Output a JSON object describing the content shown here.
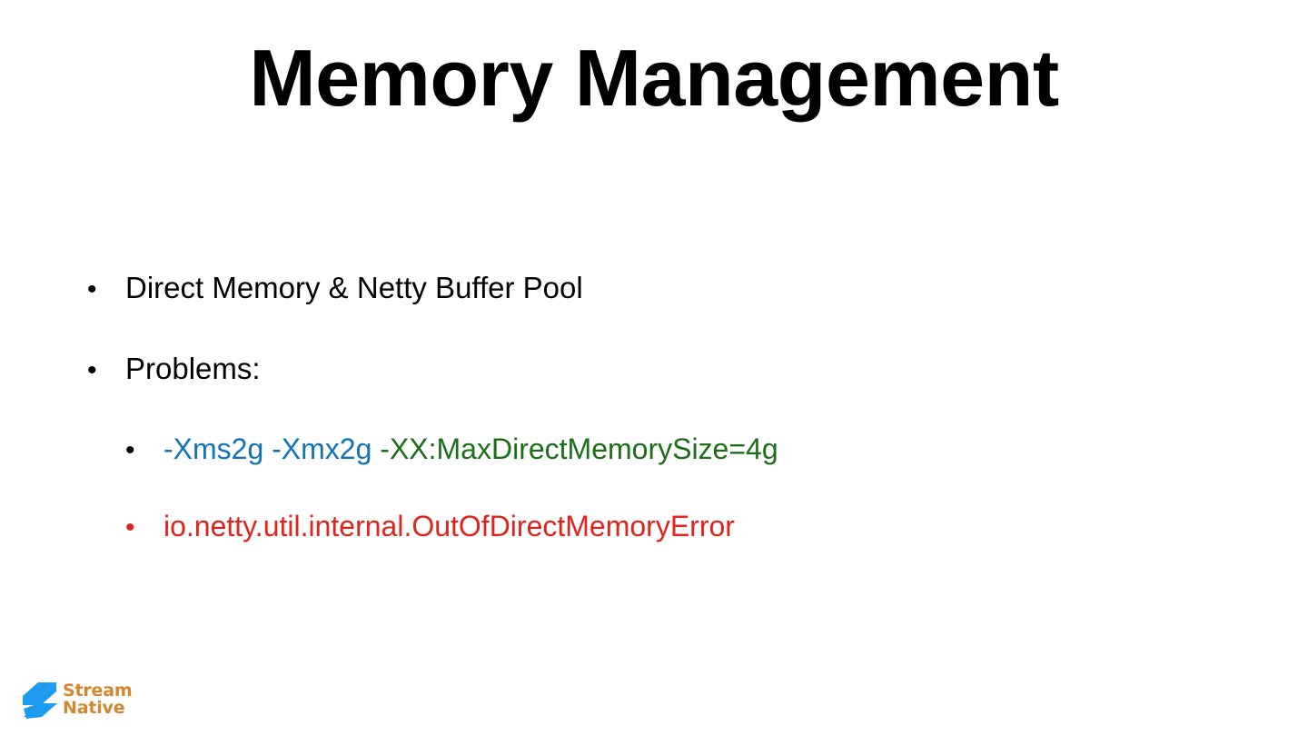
{
  "slide": {
    "title": "Memory Management",
    "background_color": "#ffffff",
    "bullets": [
      {
        "level": 1,
        "marker": "•",
        "marker_color": "#000000",
        "segments": [
          {
            "text": "Direct Memory & Netty Buffer Pool",
            "color": "#000000"
          }
        ]
      },
      {
        "level": 1,
        "marker": "•",
        "marker_color": "#000000",
        "segments": [
          {
            "text": "Problems:",
            "color": "#000000"
          }
        ]
      },
      {
        "level": 2,
        "marker": "•",
        "marker_color": "#000000",
        "segments": [
          {
            "text": "-Xms2g -Xmx2g ",
            "color": "#1273b6"
          },
          {
            "text": "-XX:MaxDirectMemorySize=4g",
            "color": "#1c6e18"
          }
        ]
      },
      {
        "level": 2,
        "marker": "•",
        "marker_color": "#e0241c",
        "segments": [
          {
            "text": "io.netty.util.internal.OutOfDirectMemoryError",
            "color": "#e0241c"
          }
        ]
      }
    ]
  },
  "logo": {
    "name": "streamnative-logo",
    "line1": "Stream",
    "line2": "Native",
    "mark_color": "#1d9bf0",
    "text_color": "#d4862f"
  },
  "colors": {
    "text": "#000000",
    "blue": "#1273b6",
    "green": "#1c6e18",
    "red": "#e0241c",
    "logo_blue": "#1d9bf0",
    "logo_orange": "#d4862f"
  }
}
